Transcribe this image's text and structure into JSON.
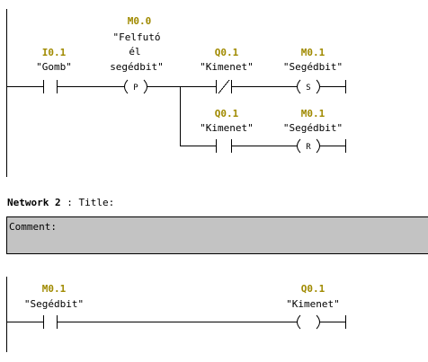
{
  "network1": {
    "contact_i01": {
      "address": "I0.1",
      "symbol": "\"Gomb\""
    },
    "edge_m00": {
      "address": "M0.0",
      "symbol_lines": [
        "\"Felfutó",
        "él",
        "segédbit\""
      ],
      "coil_label": "P"
    },
    "branch_top": {
      "contact": {
        "address": "Q0.1",
        "symbol": "\"Kimenet\""
      },
      "coil": {
        "address": "M0.1",
        "symbol": "\"Segédbit\"",
        "coil_label": "S"
      }
    },
    "branch_bottom": {
      "contact": {
        "address": "Q0.1",
        "symbol": "\"Kimenet\""
      },
      "coil": {
        "address": "M0.1",
        "symbol": "\"Segédbit\"",
        "coil_label": "R"
      }
    }
  },
  "network2": {
    "label": "Network 2",
    "separator": ":",
    "title": "Title:",
    "comment_label": "Comment:",
    "contact": {
      "address": "M0.1",
      "symbol": "\"Segédbit\""
    },
    "coil": {
      "address": "Q0.1",
      "symbol": "\"Kimenet\"",
      "coil_label": ""
    }
  },
  "colors": {
    "address": "#a08a00",
    "comment_bg": "#c3c3c3",
    "wire": "#000000"
  }
}
